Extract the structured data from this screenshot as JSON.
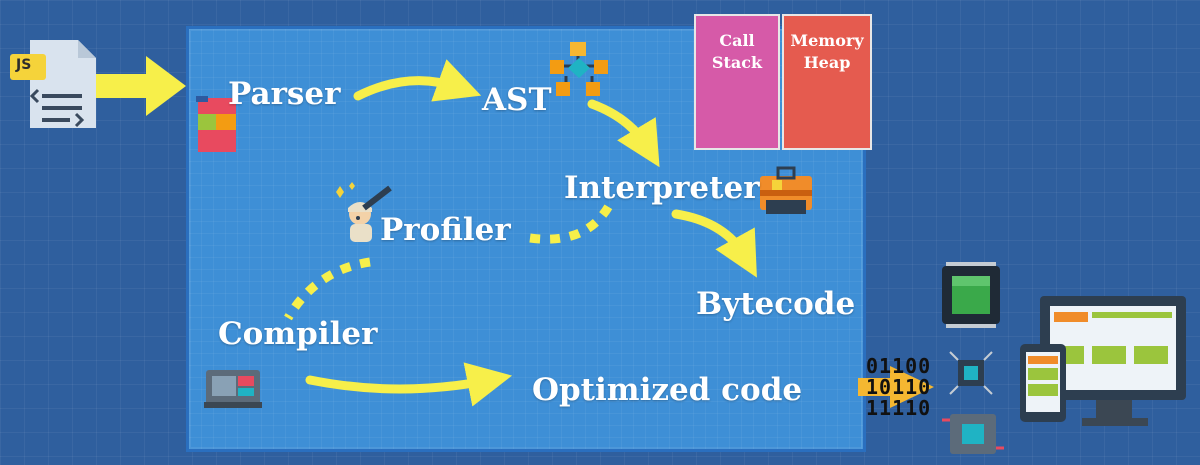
{
  "file_icon": {
    "badge": "JS"
  },
  "stages": {
    "parser": "Parser",
    "ast": "AST",
    "interpreter": "Interpreter",
    "profiler": "Profiler",
    "compiler": "Compiler",
    "bytecode": "Bytecode",
    "optimized": "Optimized code"
  },
  "memory": {
    "call_stack": "Call Stack",
    "heap_line1": "Memory",
    "heap_line2": "Heap"
  },
  "binary": [
    "01100",
    "10110",
    "11110"
  ],
  "colors": {
    "arrow": "#f7ef4a",
    "engine_bg": "#3e8fd6",
    "call_stack": "#d65aa8",
    "memory_heap": "#e55b4f"
  }
}
